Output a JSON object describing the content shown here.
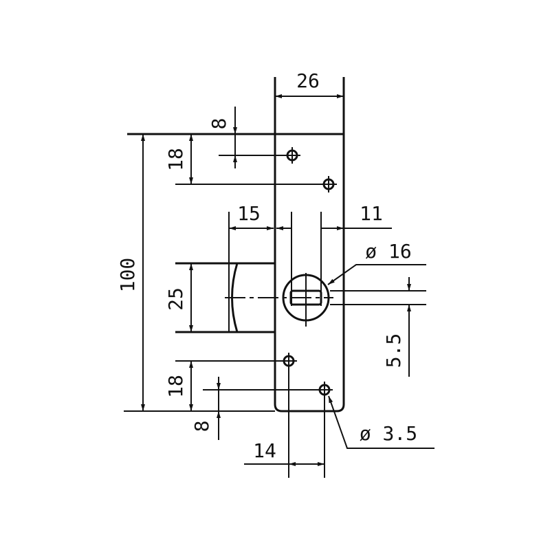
{
  "colors": {
    "line": "#111111",
    "background": "#ffffff"
  },
  "dimensions": {
    "plate_width": "26",
    "overall_height": "100",
    "top_hole_spacing": "18",
    "top_hole_offset": "8",
    "latch_projection": "15",
    "cylinder_offset": "11",
    "cylinder_diameter": "ø 16",
    "latch_height": "25",
    "slot_offset": "5.5",
    "bottom_hole_spacing": "18",
    "bottom_hole_offset": "8",
    "bottom_hole_distance": "14",
    "hole_diameter": "ø 3.5"
  }
}
